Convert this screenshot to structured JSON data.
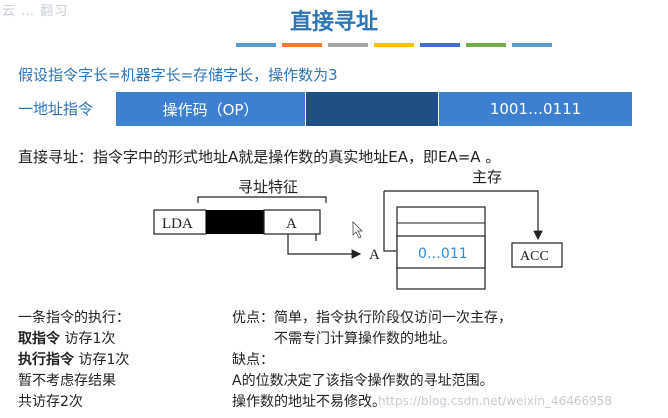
{
  "watermark_top_left": "云 … 翻习",
  "title": "直接寻址",
  "stripe_colors": [
    "#5b9bd5",
    "#ed7d31",
    "#a5a5a5",
    "#ffc000",
    "#4472c4",
    "#70ad47",
    "#5b9bd5"
  ],
  "premise": "假设指令字长=机器字长=存储字长，操作数为3",
  "one_address_label": "一地址指令",
  "instruction_fields": {
    "opcode": "操作码（OP）",
    "middle": "",
    "address": "1001…0111"
  },
  "definition": "直接寻址：指令字中的形式地址A就是操作数的真实地址EA，即EA=A 。",
  "diagram": {
    "addressing_feature_label": "寻址特征",
    "lda": "LDA",
    "a_field": "A",
    "arrow_target": "A",
    "memory_label": "主存",
    "memory_cell_value": "0…011",
    "acc": "ACC"
  },
  "execution": {
    "heading": "一条指令的执行：",
    "fetch_label": "取指令",
    "fetch_detail": " 访存1次",
    "exec_label": "执行指令",
    "exec_detail": " 访存1次",
    "no_store": "暂不考虑存结果",
    "total": "共访存2次"
  },
  "pros_cons": {
    "pros_line1": "优点：简单，指令执行阶段仅访问一次主存，",
    "pros_line2": "　　　不需专门计算操作数的地址。",
    "cons_heading": "缺点：",
    "cons_line1": "A的位数决定了该指令操作数的寻址范围。",
    "cons_line2": "操作数的地址不易修改。"
  },
  "watermark_bottom_right": "https://blog.csdn.net/weixin_46466958",
  "colors": {
    "title_blue": "#2e75b6",
    "field_blue": "#3d7fd0",
    "field_dark": "#1f4f83",
    "cell_value": "#2f8fd8"
  }
}
